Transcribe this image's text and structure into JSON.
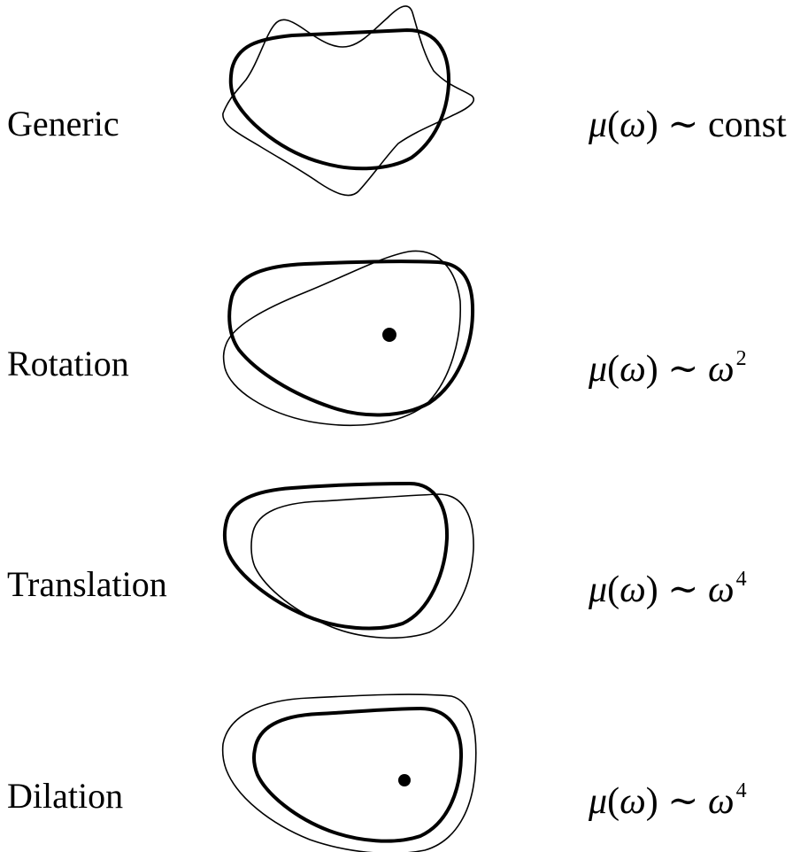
{
  "rows": [
    {
      "label": "Generic",
      "formula": {
        "mu": "μ",
        "omega": "ω",
        "tilde": "∼",
        "rhs_text": "const",
        "exponent": ""
      }
    },
    {
      "label": "Rotation",
      "formula": {
        "mu": "μ",
        "omega": "ω",
        "tilde": "∼",
        "rhs_text": "ω",
        "exponent": "2"
      }
    },
    {
      "label": "Translation",
      "formula": {
        "mu": "μ",
        "omega": "ω",
        "tilde": "∼",
        "rhs_text": "ω",
        "exponent": "4"
      }
    },
    {
      "label": "Dilation",
      "formula": {
        "mu": "μ",
        "omega": "ω",
        "tilde": "∼",
        "rhs_text": "ω",
        "exponent": "4"
      }
    }
  ]
}
